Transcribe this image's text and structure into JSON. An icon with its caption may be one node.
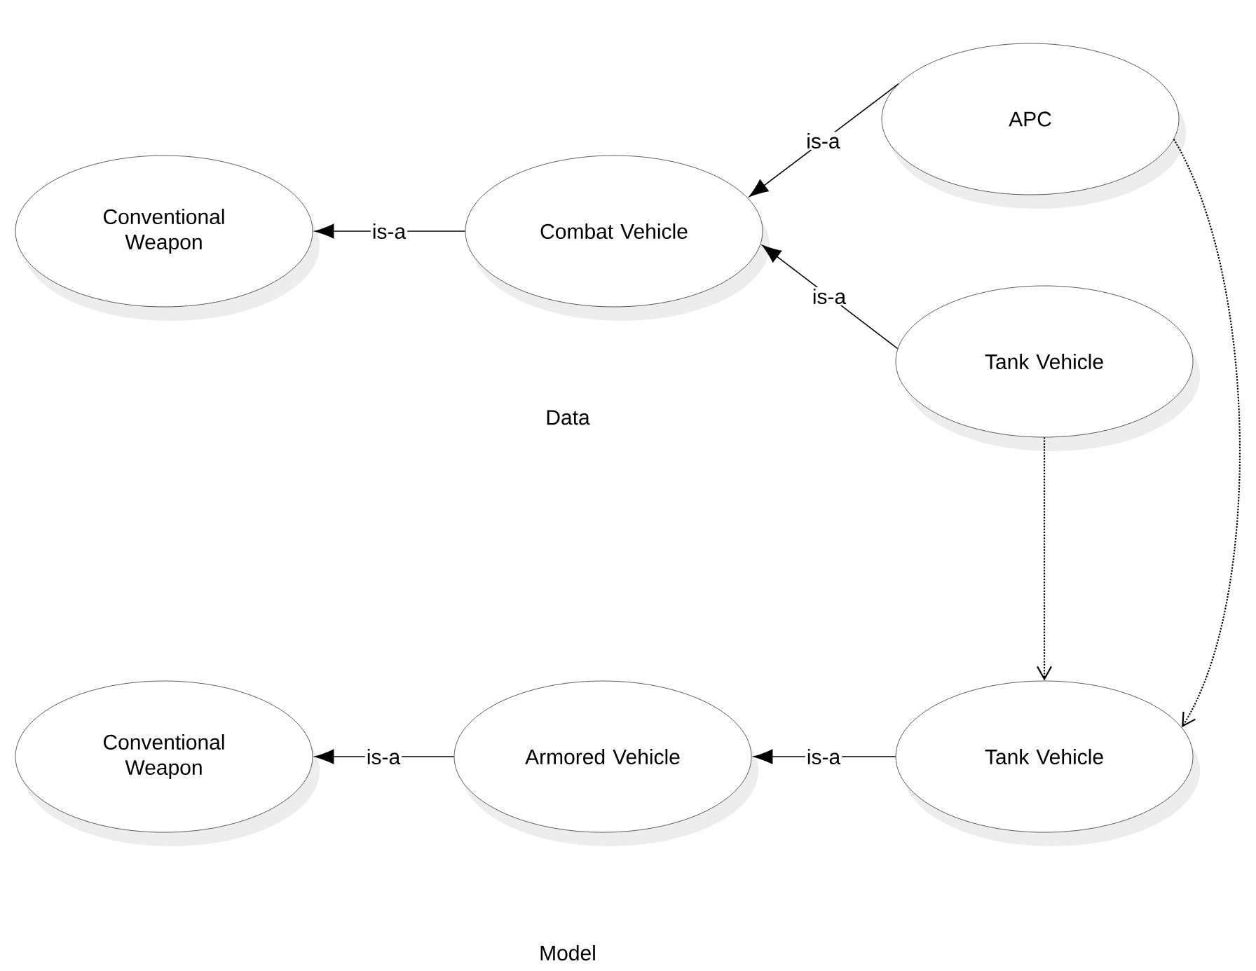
{
  "diagram": {
    "nodes": [
      {
        "text": [
          "Conventional Weapon"
        ]
      },
      {
        "text": [
          "Combat Vehicle"
        ]
      },
      {
        "text": [
          "APC"
        ]
      },
      {
        "text": [
          "Tank Vehicle"
        ]
      },
      {
        "text": [
          "Conventional Weapon"
        ]
      },
      {
        "text": [
          "Armored Vehicle"
        ]
      },
      {
        "text": [
          "Tank Vehicle"
        ]
      }
    ],
    "edges": [
      {
        "from": 1,
        "to": 0,
        "arrow": "to",
        "label": "is-a"
      },
      {
        "from": 2,
        "to": 1,
        "arrow": "to",
        "label": "is-a"
      },
      {
        "from": 3,
        "to": 1,
        "arrow": "to",
        "label": "is-a"
      },
      {
        "from": 3,
        "to": 6,
        "arrow": "to",
        "style": "dashed"
      },
      {
        "from": 2,
        "to": 6,
        "arrow": "to",
        "style": "dashed"
      },
      {
        "from": 6,
        "to": 5,
        "arrow": "to",
        "label": "is-a"
      },
      {
        "from": 5,
        "to": 4,
        "arrow": "to",
        "label": "is-a"
      }
    ],
    "labels": [
      "Data",
      "Model"
    ]
  }
}
